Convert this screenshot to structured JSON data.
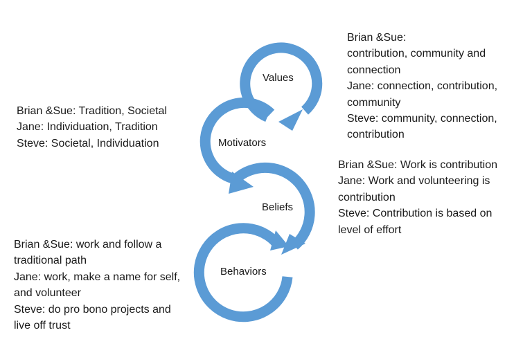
{
  "diagram": {
    "accent_color": "#5b9bd5",
    "stages": [
      {
        "label": "Values"
      },
      {
        "label": "Motivators"
      },
      {
        "label": "Beliefs"
      },
      {
        "label": "Behaviors"
      }
    ],
    "notes": {
      "values": [
        "Brian &Sue:",
        "contribution, community and",
        "connection",
        "Jane: connection, contribution,",
        "community",
        "Steve: community, connection,",
        "contribution"
      ],
      "motivators": [
        "Brian &Sue: Tradition, Societal",
        "Jane: Individuation, Tradition",
        "Steve: Societal, Individuation"
      ],
      "beliefs": [
        "Brian &Sue: Work is contribution",
        "Jane: Work and volunteering is",
        "contribution",
        "Steve: Contribution is based on",
        "level of effort"
      ],
      "behaviors": [
        "Brian &Sue: work and follow a",
        "traditional path",
        "Jane: work, make a name for self,",
        "and volunteer",
        "Steve: do pro bono projects and",
        "live off trust"
      ]
    }
  }
}
